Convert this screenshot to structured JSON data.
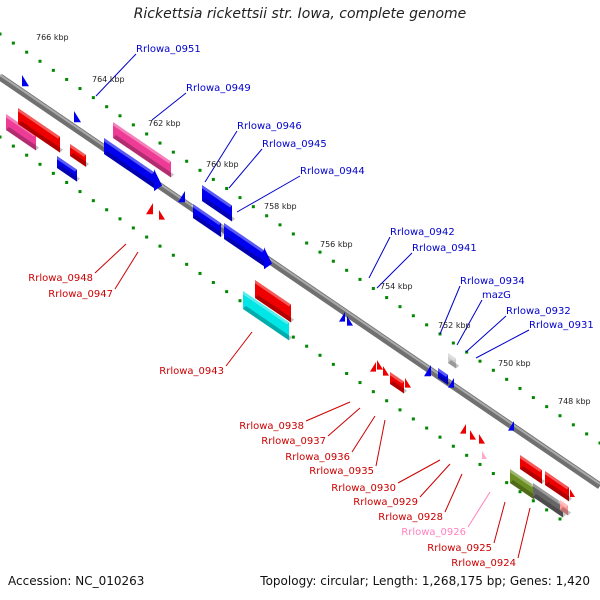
{
  "title": "Rickettsia rickettsii str. Iowa, complete genome",
  "footer": {
    "accession_label": "Accession:",
    "accession": "NC_010263",
    "topology_label": "Topology:",
    "topology": "circular;",
    "length_label": "Length:",
    "length": "1,268,175 bp;",
    "genes_label": "Genes:",
    "genes": "1,420"
  },
  "colors": {
    "backbone": "#808080",
    "forward_gene": "#0000ee",
    "reverse_gene": "#ee0000",
    "forward_label": "#0000cc",
    "reverse_label": "#cc0000",
    "tick_dots": "#008800",
    "pink_gene": "#ee3c96",
    "cyan_gene": "#00e5e5",
    "olive_gene": "#6b8e23",
    "gray_gene": "#666666",
    "light_pink_label": "#ff80c0"
  },
  "scale_ticks": [
    "766 kbp",
    "764 kbp",
    "762 kbp",
    "760 kbp",
    "758 kbp",
    "756 kbp",
    "754 kbp",
    "752 kbp",
    "750 kbp",
    "748 kbp"
  ],
  "forward_labels": [
    "Rrlowa_0951",
    "Rrlowa_0949",
    "Rrlowa_0946",
    "Rrlowa_0945",
    "Rrlowa_0944",
    "Rrlowa_0942",
    "Rrlowa_0941",
    "Rrlowa_0934",
    "mazG",
    "Rrlowa_0932",
    "Rrlowa_0931"
  ],
  "reverse_labels": [
    "Rrlowa_0948",
    "Rrlowa_0947",
    "Rrlowa_0943",
    "Rrlowa_0938",
    "Rrlowa_0937",
    "Rrlowa_0936",
    "Rrlowa_0935",
    "Rrlowa_0930",
    "Rrlowa_0929",
    "Rrlowa_0928",
    "Rrlowa_0926",
    "Rrlowa_0925",
    "Rrlowa_0924"
  ]
}
